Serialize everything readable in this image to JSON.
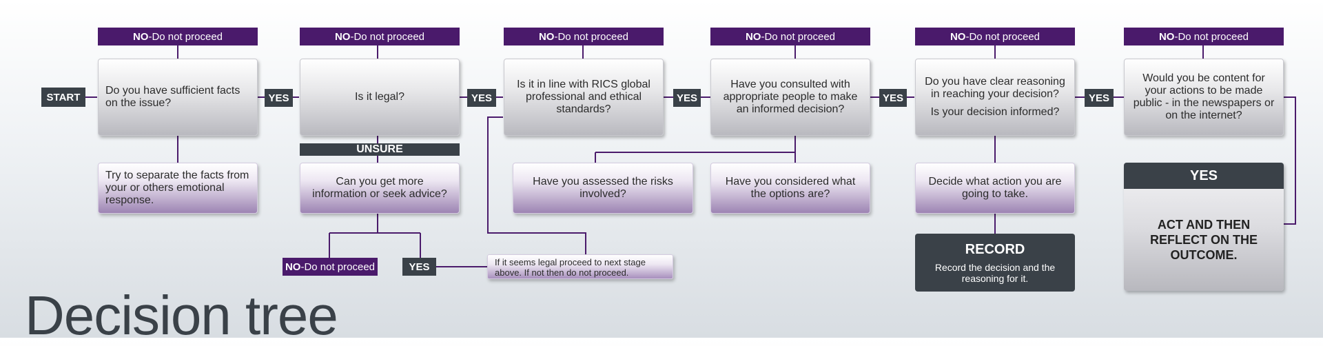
{
  "title": "Decision tree",
  "colors": {
    "purple": "#4a1a6b",
    "dark": "#3a4148",
    "line": "#4a1a6b"
  },
  "no_label": {
    "bold": "NO",
    "rest": "-Do not proceed"
  },
  "start_label": "START",
  "yes_label": "YES",
  "unsure_label": "UNSURE",
  "questions": [
    "Do you have sufficient facts on the issue?",
    "Is it legal?",
    "Is it in line with RICS global professional and ethical standards?",
    "Have you consulted with appropriate people to make an informed decision?",
    "Do you have clear reasoning in reaching your decision?",
    "Is your decision informed?",
    "Would you be content for your actions to be made public - in the newspapers or on the internet?"
  ],
  "actions": {
    "separate_facts": "Try to separate the facts from your or others emotional response.",
    "more_info": "Can you get more information or seek advice?",
    "assess_risks": "Have you assessed the risks involved?",
    "consider_options": "Have you considered what the options are?",
    "decide_action": "Decide what action you are going to take.",
    "legal_next": "If it seems legal proceed to next stage above. If not then do not proceed."
  },
  "record": {
    "title": "RECORD",
    "text": "Record the decision and the reasoning for it."
  },
  "final": {
    "header": "YES",
    "text": "ACT AND THEN REFLECT ON THE OUTCOME."
  }
}
